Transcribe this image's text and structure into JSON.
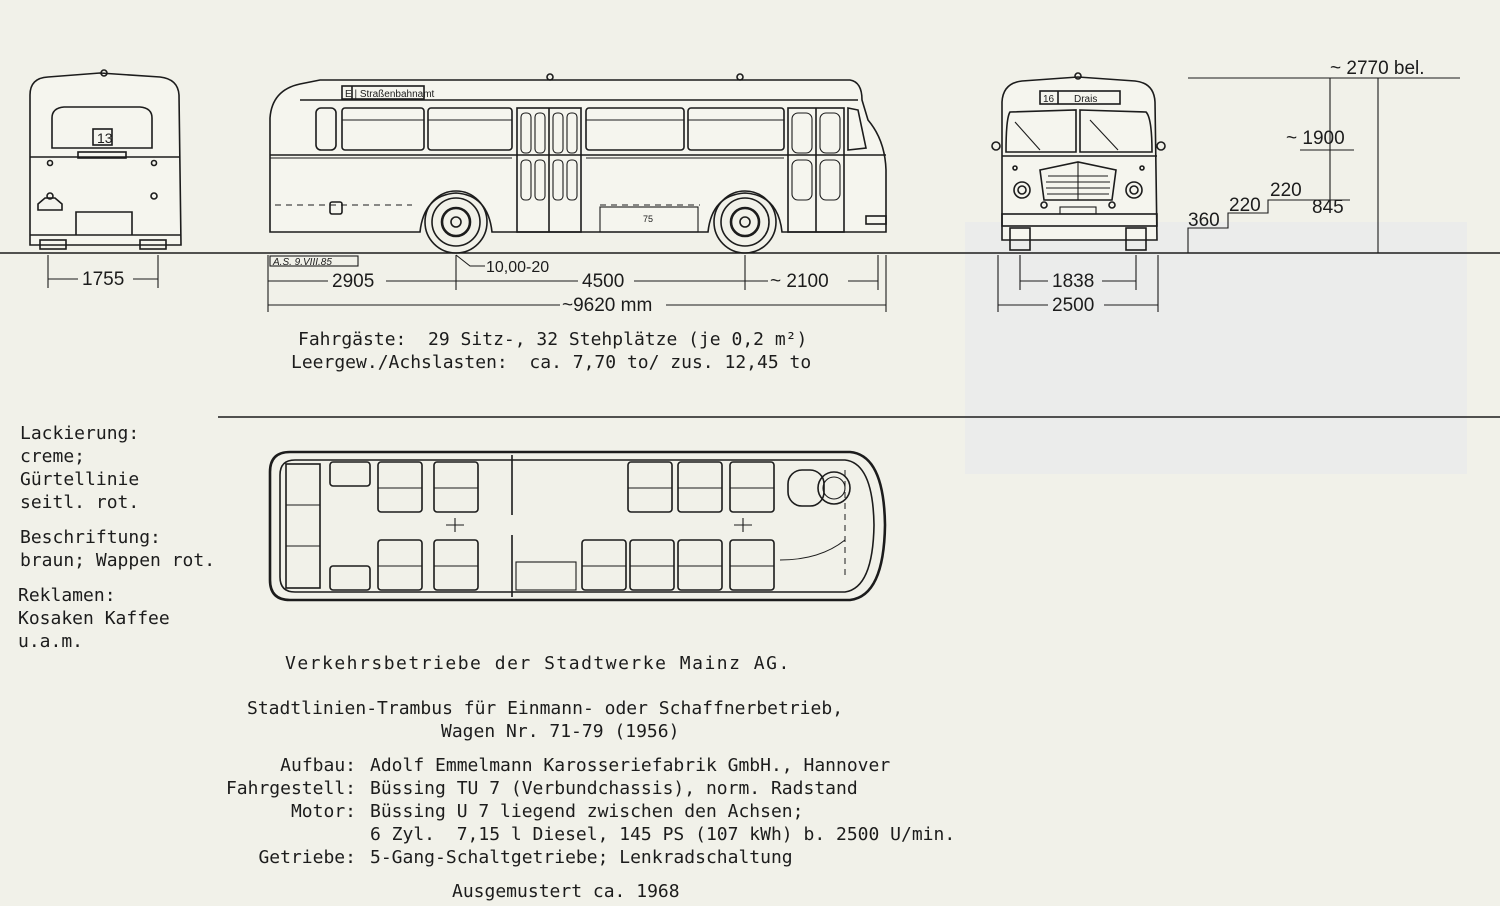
{
  "front_view": {
    "route_number": "16",
    "destination": "Drais"
  },
  "rear_view": {
    "route_number": "13",
    "track_width": "1755"
  },
  "side_view": {
    "destination_sign": "E | Straßenbahnamt",
    "drawing_credit": "A.S.  9.VIII.85",
    "fleet_number": "75",
    "tire_size": "10,00-20",
    "front_overhang": "2905",
    "wheelbase": "4500",
    "rear_overhang": "~ 2100",
    "overall_length": "~9620  mm"
  },
  "front_dimensions": {
    "track": "1838",
    "width": "2500"
  },
  "height_dimensions": {
    "height_loaded": "~ 2770 bel.",
    "window_height": "~ 1900",
    "floor_height": "845",
    "step_3": "220",
    "step_2": "220",
    "step_1": "360"
  },
  "capacity": {
    "passengers": "Fahrgäste:  29 Sitz-, 32 Stehplätze (je 0,2 m²)",
    "weights": "Leergew./Achslasten:  ca. 7,70 to/ zus. 12,45 to"
  },
  "livery": {
    "paint_label": "Lackierung:",
    "paint_value_1": "creme;",
    "paint_value_2": "Gürtellinie",
    "paint_value_3": "seitl. rot.",
    "lettering_label": "Beschriftung:",
    "lettering_value": "braun; Wappen rot.",
    "ads_label": "Reklamen:",
    "ads_value_1": "Kosaken Kaffee",
    "ads_value_2": "u.a.m."
  },
  "operator": "Verkehrsbetriebe der Stadtwerke Mainz AG.",
  "vehicle": {
    "type_line_1": "Stadtlinien-Trambus für Einmann- oder Schaffnerbetrieb,",
    "type_line_2": "Wagen Nr. 71-79 (1956)"
  },
  "specs": [
    {
      "label": "Aufbau:",
      "value": "Adolf Emmelmann Karosseriefabrik GmbH., Hannover"
    },
    {
      "label": "Fahrgestell:",
      "value": "Büssing TU 7 (Verbundchassis), norm. Radstand"
    },
    {
      "label": "Motor:",
      "value": "Büssing U 7 liegend zwischen den Achsen;"
    },
    {
      "label": "",
      "value": "6 Zyl.  7,15 l Diesel, 145 PS (107 kWh) b. 2500 U/min."
    },
    {
      "label": "Getriebe:",
      "value": "5-Gang-Schaltgetriebe; Lenkradschaltung"
    }
  ],
  "retired": "Ausgemustert ca. 1968"
}
